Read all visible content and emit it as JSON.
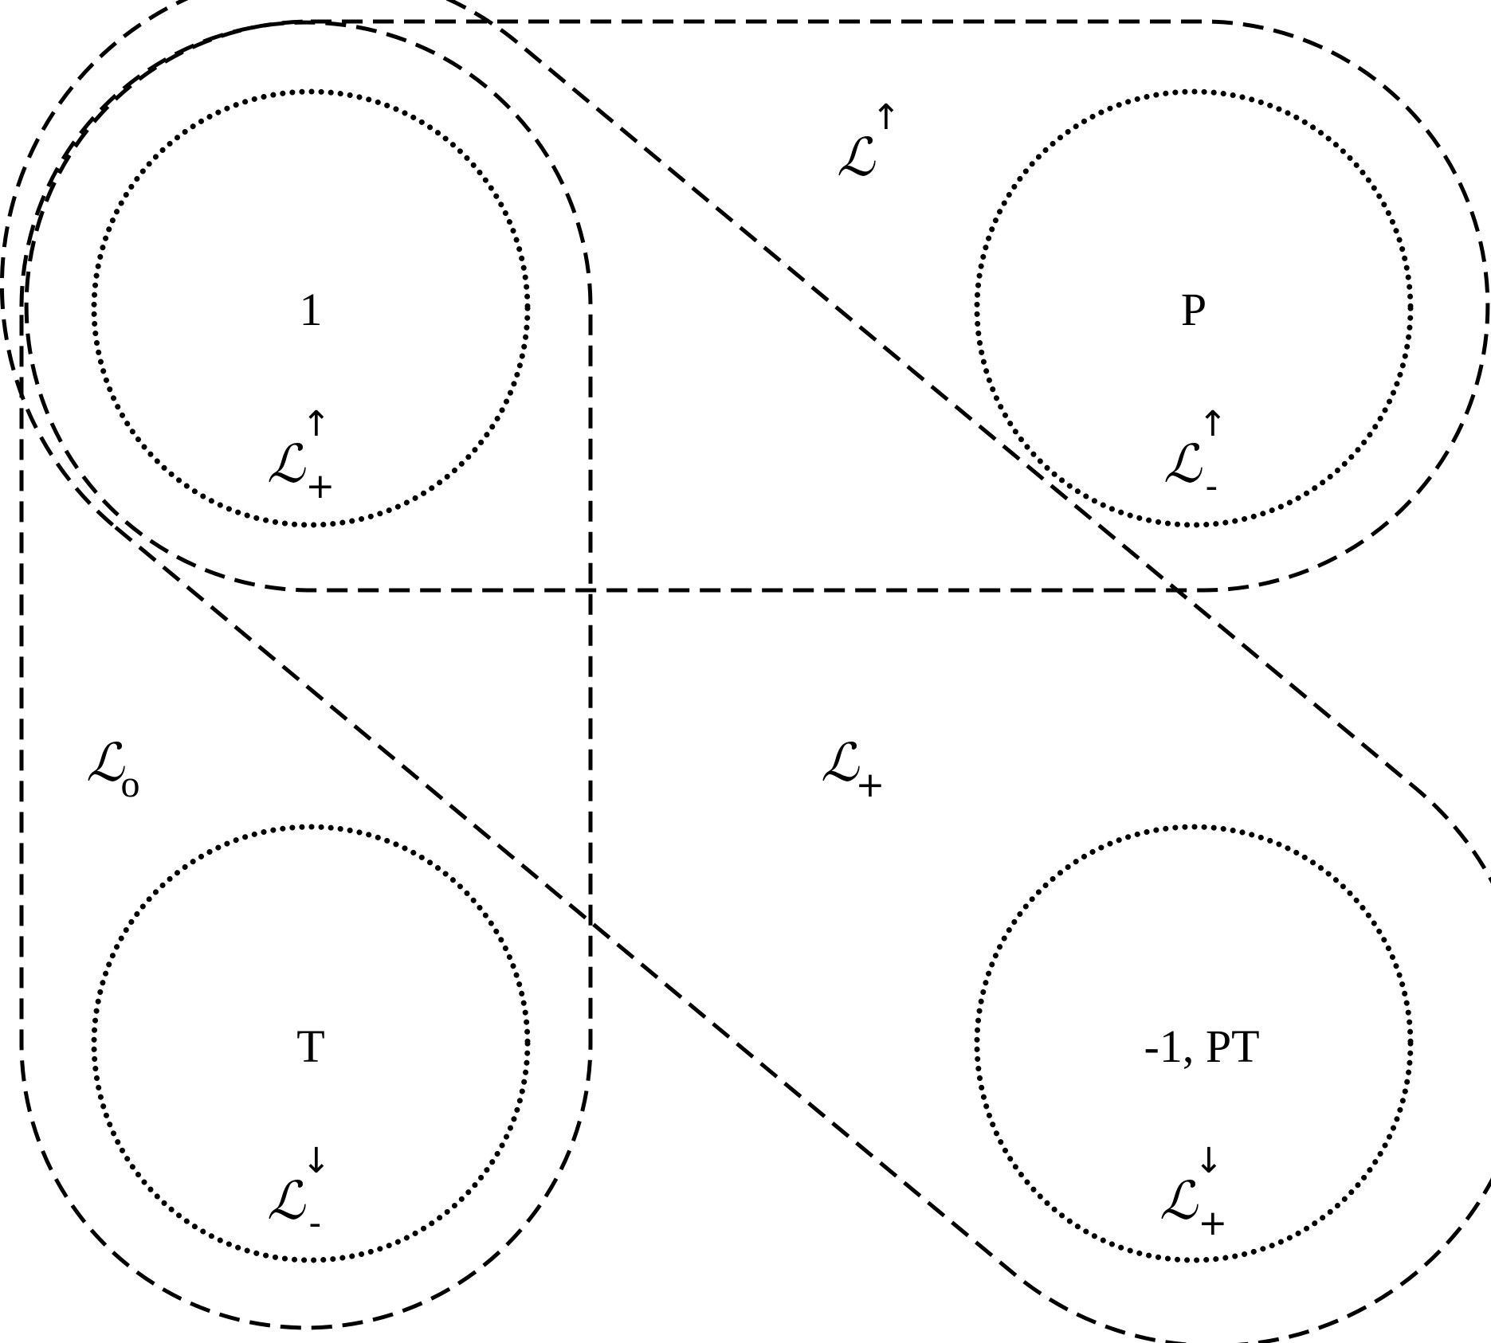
{
  "circles": [
    {
      "id": "identity",
      "element": "1",
      "group": {
        "base": "ℒ",
        "sup": "↑",
        "sub": "+"
      }
    },
    {
      "id": "parity",
      "element": "P",
      "group": {
        "base": "ℒ",
        "sup": "↑",
        "sub": "-"
      }
    },
    {
      "id": "time-reversal",
      "element": "T",
      "group": {
        "base": "ℒ",
        "sup": "↓",
        "sub": "-"
      }
    },
    {
      "id": "pt",
      "element": "-1, PT",
      "group": {
        "base": "ℒ",
        "sup": "↓",
        "sub": "+"
      }
    }
  ],
  "regions": {
    "orthochronous": {
      "base": "ℒ",
      "sup": "↑"
    },
    "proper": {
      "base": "ℒ",
      "sub": "+"
    },
    "orthochorous": {
      "base": "ℒ",
      "sub": "o"
    }
  }
}
